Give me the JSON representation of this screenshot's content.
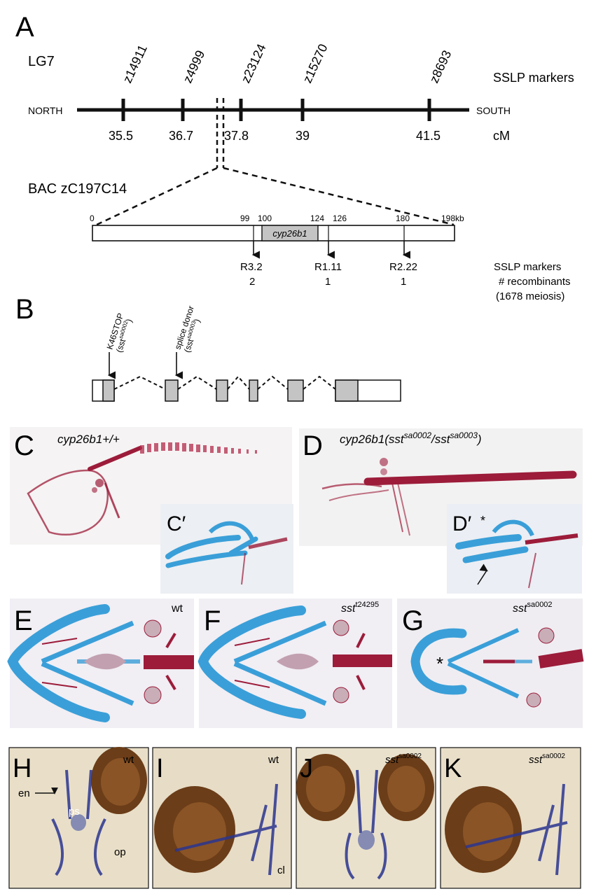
{
  "panel_a": {
    "letter": "A",
    "lg_label": "LG7",
    "sslp_title": "SSLP markers",
    "north": "NORTH",
    "south": "SOUTH",
    "cm_unit": "cM",
    "markers": [
      "z14911",
      "z4999",
      "z23124",
      "z15270",
      "z8693"
    ],
    "positions": [
      "35.5",
      "36.7",
      "37.8",
      "39",
      "41.5"
    ],
    "bac_label": "BAC zC197C14",
    "bac_ticks": [
      "0",
      "99",
      "100",
      "124",
      "126",
      "180",
      "198kb"
    ],
    "gene": "cyp26b1",
    "recombinant_markers": [
      "R3.2",
      "R1.11",
      "R2.22"
    ],
    "recombinant_counts": [
      "2",
      "1",
      "1"
    ],
    "legend_line1": "SSLP markers",
    "legend_line2": "# recombinants",
    "legend_line3": "(1678 meiosis)"
  },
  "panel_b": {
    "letter": "B",
    "mut1_label": "K46STOP",
    "mut1_allele_base": "sst",
    "mut1_allele_sup": "sa0002",
    "mut2_label": "splice donor",
    "mut2_allele_base": "sst",
    "mut2_allele_sup": "sa0003"
  },
  "panel_c": {
    "letter": "C",
    "caption": "cyp26b1+/+",
    "inset_letter": "C′"
  },
  "panel_d": {
    "letter": "D",
    "caption_base": "cyp26b1(sst",
    "sup1": "sa0002",
    "mid": "/sst",
    "sup2": "sa0003",
    "end": ")",
    "inset_letter": "D′",
    "asterisk": "*"
  },
  "panel_e": {
    "letter": "E",
    "caption": "wt"
  },
  "panel_f": {
    "letter": "F",
    "caption_base": "sst",
    "caption_sup": "t24295"
  },
  "panel_g": {
    "letter": "G",
    "caption_base": "sst",
    "caption_sup": "sa0002",
    "asterisk": "*"
  },
  "panel_h": {
    "letter": "H",
    "caption": "wt",
    "label_en": "en",
    "label_ps": "ps",
    "label_op": "op"
  },
  "panel_i": {
    "letter": "I",
    "caption": "wt",
    "label_cl": "cl"
  },
  "panel_j": {
    "letter": "J",
    "caption_base": "sst",
    "caption_sup": "sa0002"
  },
  "panel_k": {
    "letter": "K",
    "caption_base": "sst",
    "caption_sup": "sa0002"
  },
  "colors": {
    "cartilage": "#3a9fd8",
    "bone": "#9c1c3a",
    "eye": "#6b3d18",
    "stain": "#2a3590",
    "gene_box": "#c4c4c4"
  }
}
